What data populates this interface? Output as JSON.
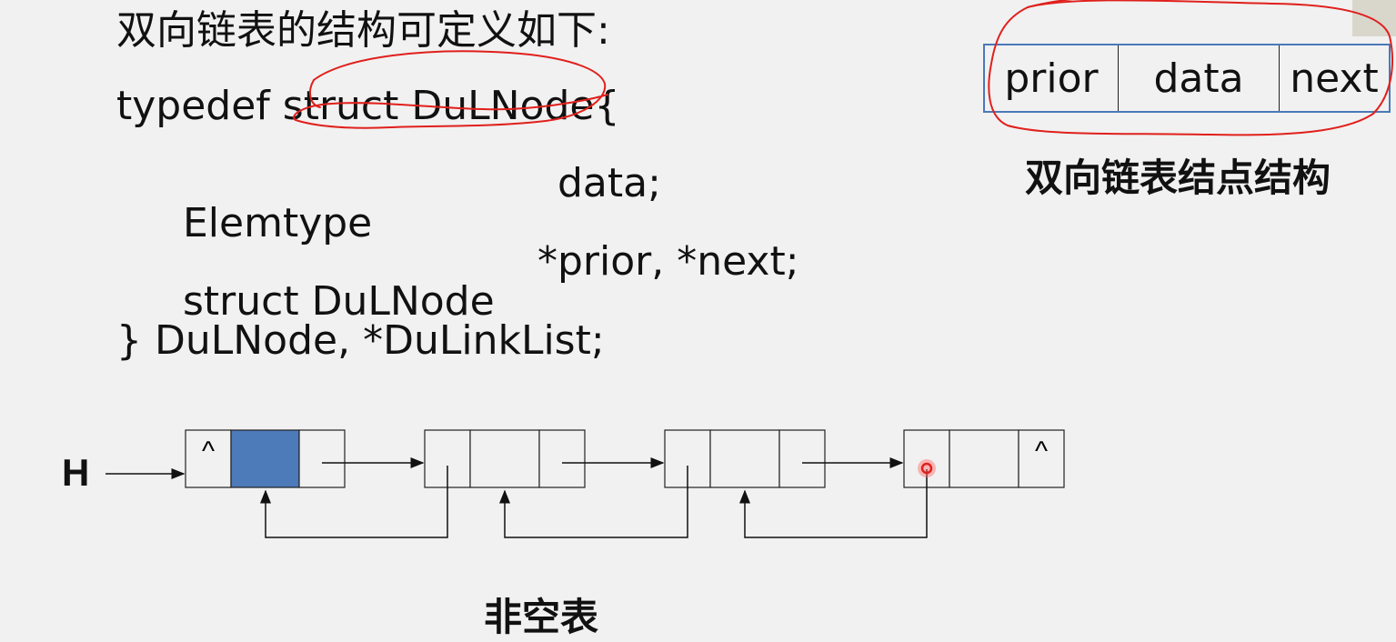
{
  "code": {
    "line0": "双向链表的结构可定义如下:",
    "line1": "typedef struct DuLNode{",
    "line2_type": "Elemtype",
    "line2_field": "data;",
    "line3_type": "struct DuLNode",
    "line3_field": "*prior, *next;",
    "line4": "} DuLNode, *DuLinkList;"
  },
  "node_structure": {
    "fields": [
      "prior",
      "data",
      "next"
    ],
    "caption": "双向链表结点结构"
  },
  "diagram": {
    "head_label": "H",
    "null_symbol": "^",
    "caption": "非空表",
    "node_count": 4,
    "first_node_data_color": "#4d7ab8"
  },
  "colors": {
    "annotation_red": "#e0201c",
    "box_border": "#4a79b8"
  }
}
